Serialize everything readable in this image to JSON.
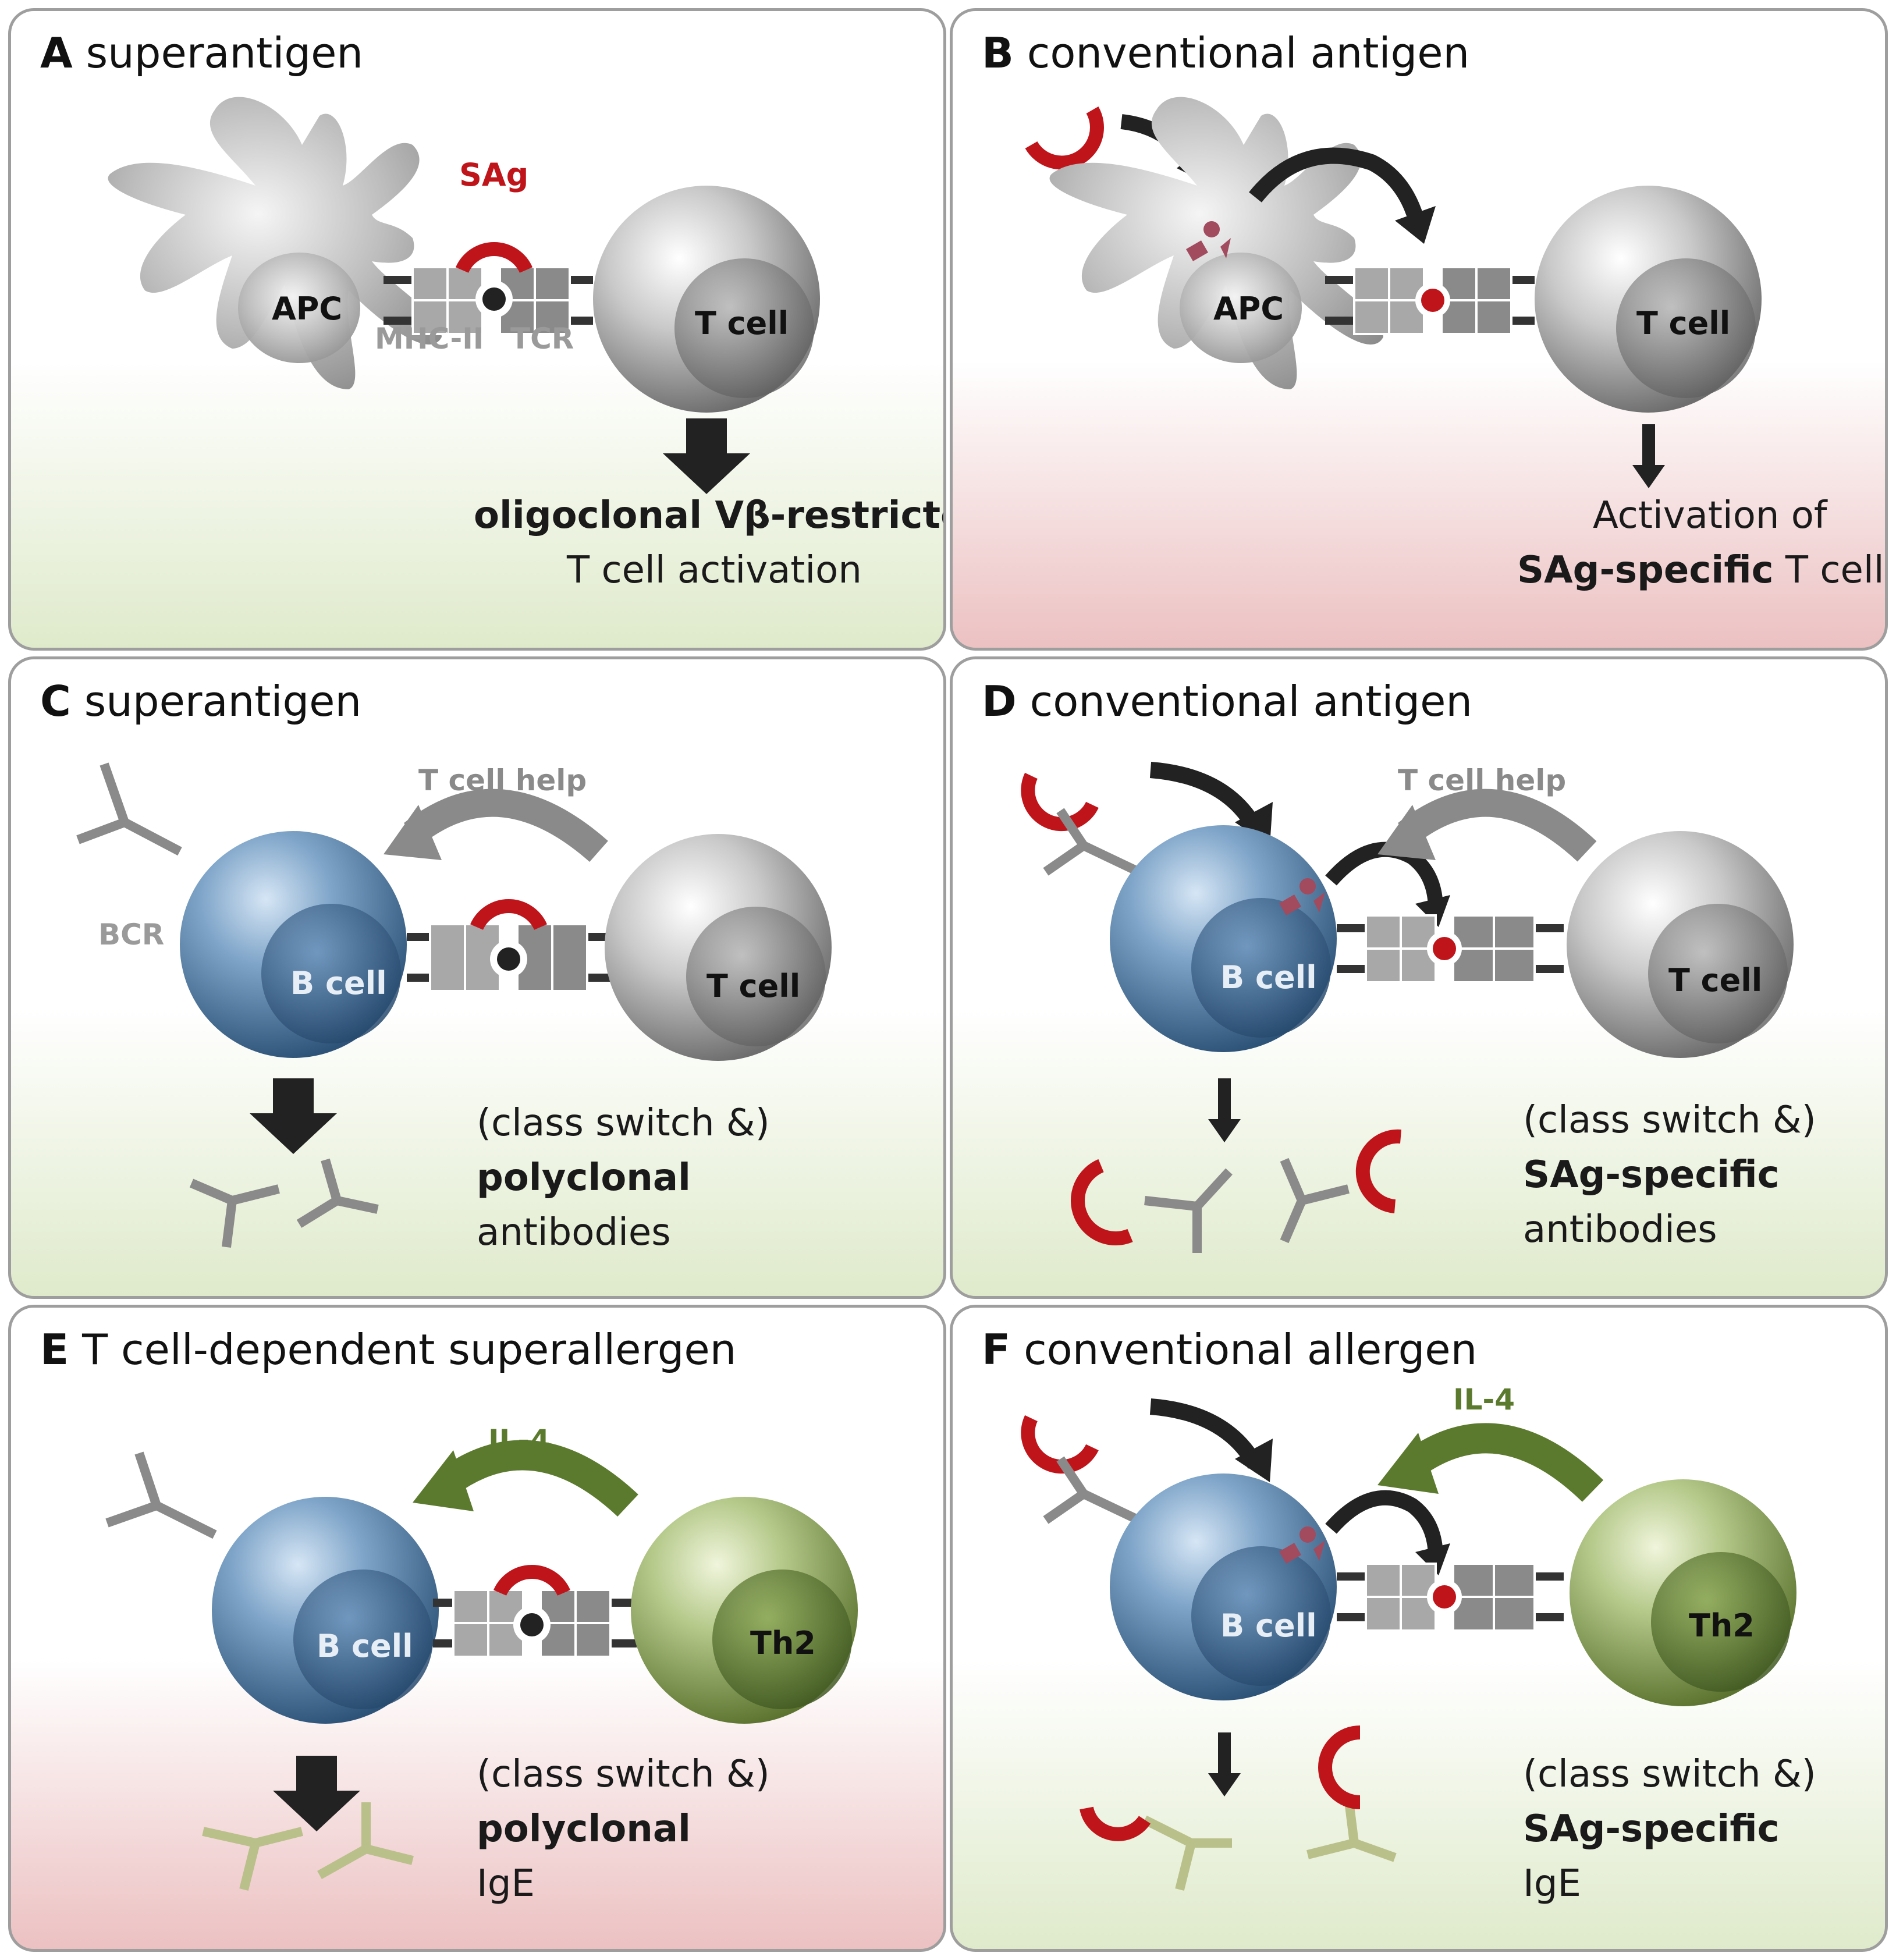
{
  "panels": {
    "A": {
      "letter": "A",
      "title": "superantigen",
      "labels": {
        "sag": "SAg",
        "apc": "APC",
        "mhc": "MHC-II",
        "tcr": "TCR",
        "tcell": "T cell"
      },
      "result_line1": "oligoclonal Vβ-restricted",
      "result_line2": "T cell activation"
    },
    "B": {
      "letter": "B",
      "title": "conventional antigen",
      "labels": {
        "apc": "APC",
        "tcell": "T cell"
      },
      "result_line1": "Activation of",
      "result_bold": "SAg-specific",
      "result_rest": " T cells"
    },
    "C": {
      "letter": "C",
      "title": "superantigen",
      "labels": {
        "help": "T cell help",
        "bcr": "BCR",
        "bcell": "B cell",
        "tcell": "T cell"
      },
      "result_line1": "(class switch &)",
      "result_line2": "polyclonal",
      "result_line3": "antibodies"
    },
    "D": {
      "letter": "D",
      "title": "conventional antigen",
      "labels": {
        "help": "T cell help",
        "bcell": "B cell",
        "tcell": "T cell"
      },
      "result_line1": "(class switch &)",
      "result_line2": "SAg-specific",
      "result_line3": "antibodies"
    },
    "E": {
      "letter": "E",
      "title": "T cell-dependent superallergen",
      "labels": {
        "help": "IL-4",
        "bcell": "B cell",
        "th2": "Th2"
      },
      "result_line1": "(class switch &)",
      "result_line2": "polyclonal",
      "result_line3": "IgE"
    },
    "F": {
      "letter": "F",
      "title": "conventional allergen",
      "labels": {
        "help": "IL-4",
        "bcell": "B cell",
        "th2": "Th2"
      },
      "result_line1": "(class switch &)",
      "result_line2": "SAg-specific",
      "result_line3": "IgE"
    }
  },
  "colors": {
    "sag_red": "#c0141b",
    "il4_green": "#5b7a2d",
    "help_grey": "#8a8a8a",
    "panel_border": "#9e9e9e",
    "green_bg": "#dfeacb",
    "red_bg": "#ecc1c2"
  }
}
